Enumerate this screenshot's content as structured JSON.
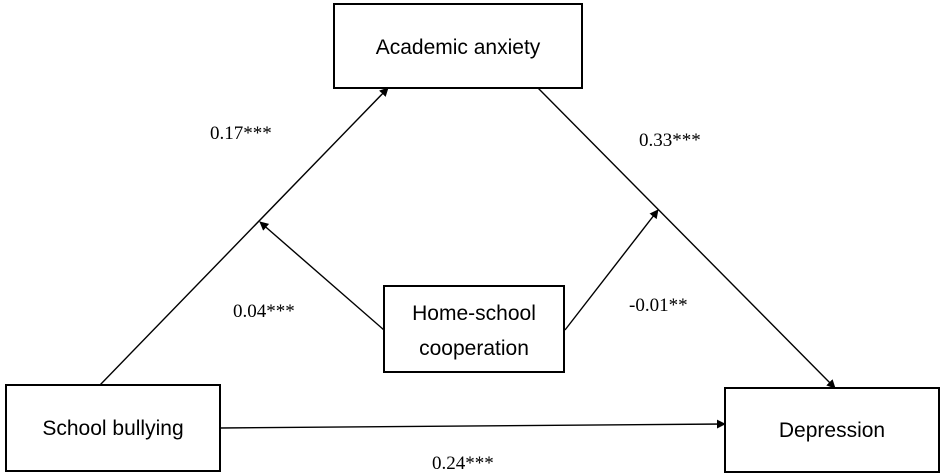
{
  "nodes": {
    "academic_anxiety": "Academic anxiety",
    "home_school_line1": "Home-school",
    "home_school_line2": "cooperation",
    "school_bullying": "School bullying",
    "depression": "Depression"
  },
  "paths": {
    "bullying_to_anxiety": "0.17***",
    "anxiety_to_depression": "0.33***",
    "moderation_first_stage": "0.04***",
    "moderation_second_stage": "-0.01**",
    "bullying_to_depression": "0.24***"
  }
}
